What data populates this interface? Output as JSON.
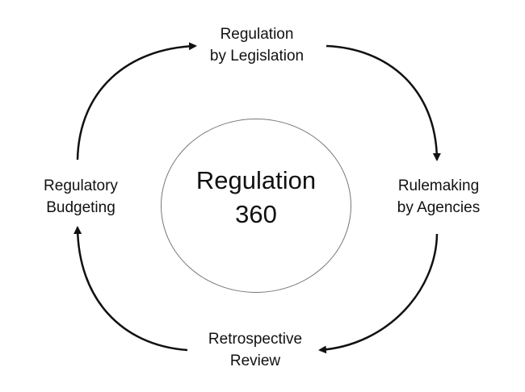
{
  "center": {
    "title": "Regulation\n360"
  },
  "stages": {
    "legislation": "Regulation\nby Legislation",
    "rulemaking": "Rulemaking\nby Agencies",
    "review": "Retrospective\nReview",
    "budgeting": "Regulatory\nBudgeting"
  },
  "colors": {
    "arrow": "#111111",
    "circle_border": "#777777",
    "text": "#111111",
    "background": "#ffffff"
  }
}
